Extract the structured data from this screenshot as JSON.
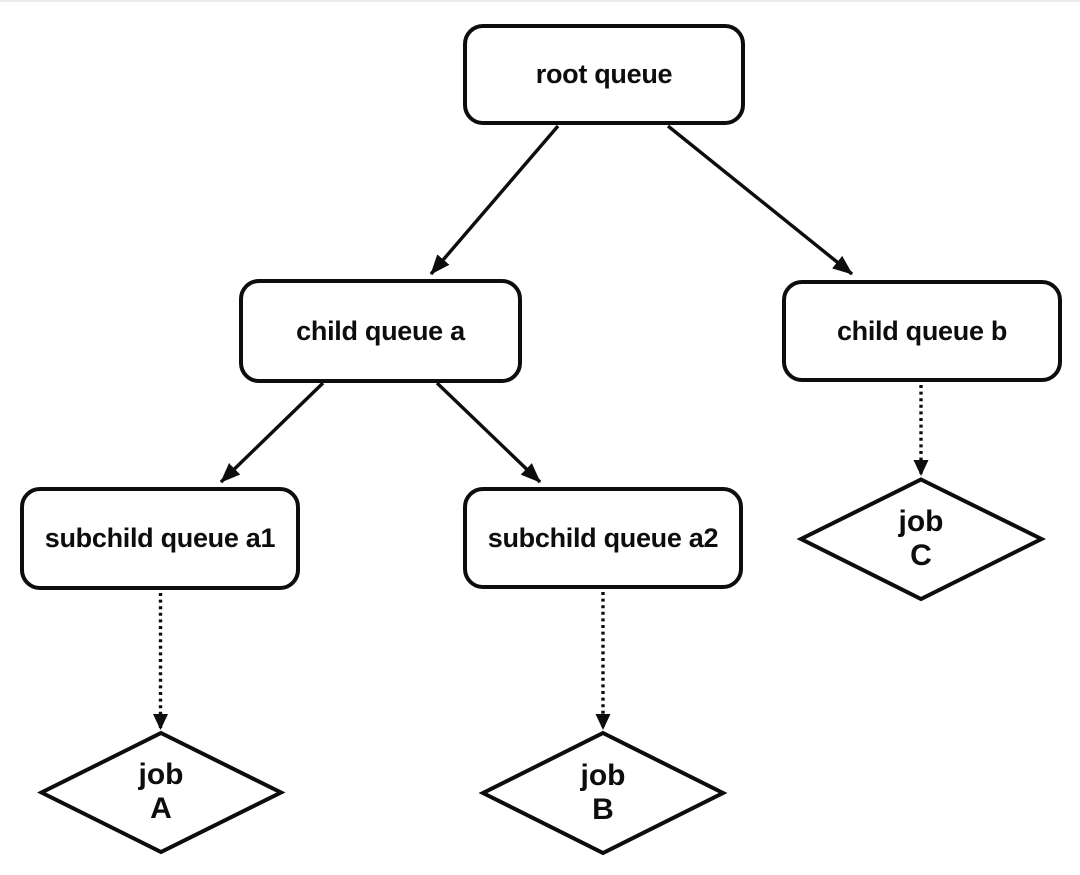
{
  "diagram": {
    "type": "flowchart",
    "background": "#ffffff",
    "stroke_color": "#0d0d0d",
    "nodes": {
      "root": {
        "label": "root queue",
        "shape": "rounded-rect"
      },
      "child_a": {
        "label": "child queue a",
        "shape": "rounded-rect"
      },
      "child_b": {
        "label": "child queue b",
        "shape": "rounded-rect"
      },
      "subchild_a1": {
        "label": "subchild queue a1",
        "shape": "rounded-rect"
      },
      "subchild_a2": {
        "label": "subchild queue a2",
        "shape": "rounded-rect"
      },
      "job_a": {
        "line1": "job",
        "line2": "A",
        "shape": "diamond"
      },
      "job_b": {
        "line1": "job",
        "line2": "B",
        "shape": "diamond"
      },
      "job_c": {
        "line1": "job",
        "line2": "C",
        "shape": "diamond"
      }
    },
    "edges": [
      {
        "from": "root",
        "to": "child_a",
        "style": "solid-arrow"
      },
      {
        "from": "root",
        "to": "child_b",
        "style": "solid-arrow"
      },
      {
        "from": "child_a",
        "to": "subchild_a1",
        "style": "solid-arrow"
      },
      {
        "from": "child_a",
        "to": "subchild_a2",
        "style": "solid-arrow"
      },
      {
        "from": "subchild_a1",
        "to": "job_a",
        "style": "dotted-arrow"
      },
      {
        "from": "subchild_a2",
        "to": "job_b",
        "style": "dotted-arrow"
      },
      {
        "from": "child_b",
        "to": "job_c",
        "style": "dotted-arrow"
      }
    ]
  }
}
